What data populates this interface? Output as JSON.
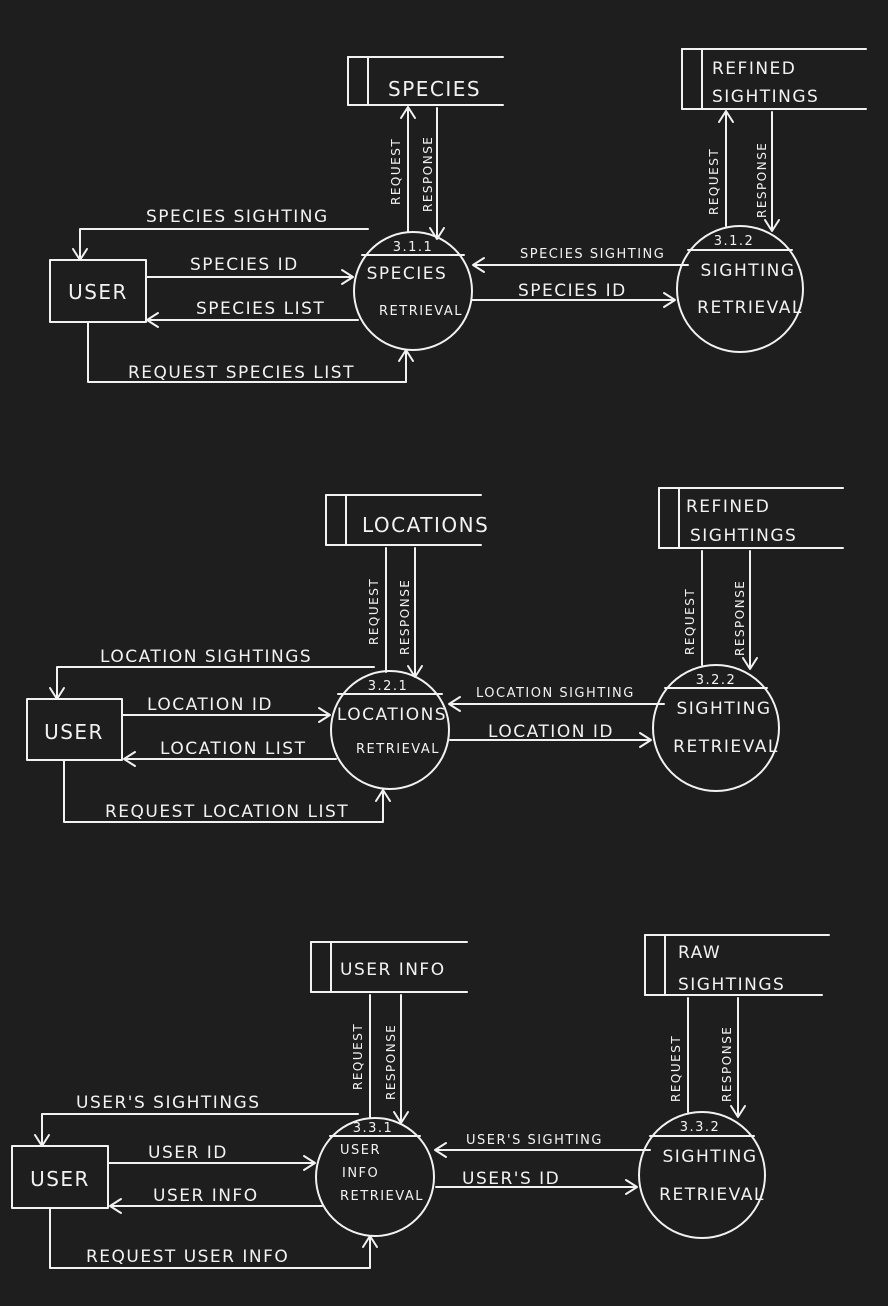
{
  "colors": {
    "background": "#1e1e1e",
    "ink": "#f2f2f2"
  },
  "diagrams": [
    {
      "user": "USER",
      "store_left": "SPECIES",
      "store_right_line1": "REFINED",
      "store_right_line2": "SIGHTINGS",
      "proc1_id": "3.1.1",
      "proc1_line1": "SPECIES",
      "proc1_line2": "RETRIEVAL",
      "proc2_id": "3.1.2",
      "proc2_line1": "SIGHTING",
      "proc2_line2": "RETRIEVAL",
      "flow_top": "SPECIES SIGHTING",
      "flow_id_in": "SPECIES ID",
      "flow_list": "SPECIES LIST",
      "flow_request_list": "REQUEST SPECIES LIST",
      "flow_between_back": "SPECIES SIGHTING",
      "flow_between_fwd": "SPECIES ID",
      "request": "REQUEST",
      "response": "RESPONSE"
    },
    {
      "user": "USER",
      "store_left": "LOCATIONS",
      "store_right_line1": "REFINED",
      "store_right_line2": "SIGHTINGS",
      "proc1_id": "3.2.1",
      "proc1_line1": "LOCATIONS",
      "proc1_line2": "RETRIEVAL",
      "proc2_id": "3.2.2",
      "proc2_line1": "SIGHTING",
      "proc2_line2": "RETRIEVAL",
      "flow_top": "LOCATION SIGHTINGS",
      "flow_id_in": "LOCATION ID",
      "flow_list": "LOCATION LIST",
      "flow_request_list": "REQUEST LOCATION LIST",
      "flow_between_back": "LOCATION SIGHTING",
      "flow_between_fwd": "LOCATION ID",
      "request": "REQUEST",
      "response": "RESPONSE"
    },
    {
      "user": "USER",
      "store_left": "USER INFO",
      "store_right_line1": "RAW",
      "store_right_line2": "SIGHTINGS",
      "proc1_id": "3.3.1",
      "proc1_line1": "USER",
      "proc1_line2": "INFO",
      "proc1_line3": "RETRIEVAL",
      "proc2_id": "3.3.2",
      "proc2_line1": "SIGHTING",
      "proc2_line2": "RETRIEVAL",
      "flow_top": "USER'S SIGHTINGS",
      "flow_id_in": "USER ID",
      "flow_list": "USER INFO",
      "flow_request_list": "REQUEST USER INFO",
      "flow_between_back": "USER'S SIGHTING",
      "flow_between_fwd": "USER'S ID",
      "request": "REQUEST",
      "response": "RESPONSE"
    }
  ]
}
